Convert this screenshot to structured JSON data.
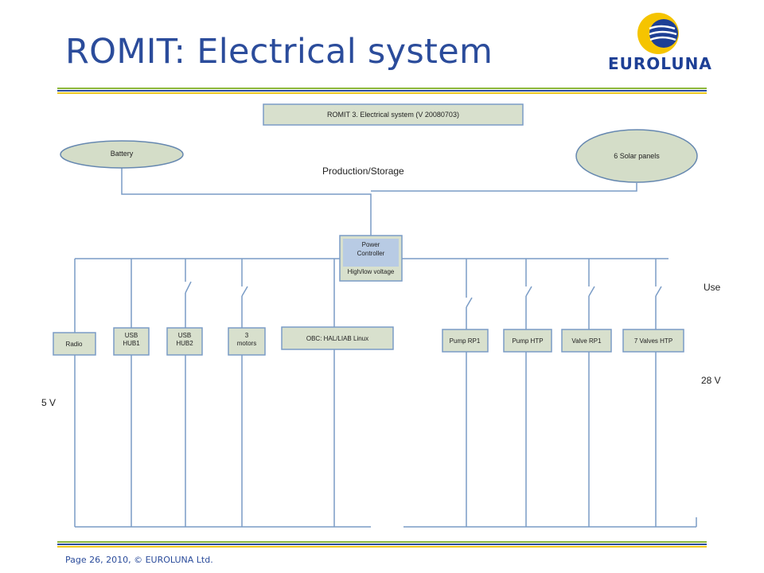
{
  "slide": {
    "title": "ROMIT: Electrical system",
    "logo_text": "EUROLUNA",
    "footer": "Page 26, 2010, © EUROLUNA Ltd."
  },
  "diagram": {
    "header": "ROMIT 3. Electrical system (V 20080703)",
    "battery": "Battery",
    "solar": "6 Solar panels",
    "production_label": "Production/Storage",
    "controller": {
      "line1": "Power",
      "line2": "Controller",
      "line3": "High/low voltage"
    },
    "use_label": "Use",
    "v5_label": "5 V",
    "v28_label": "28 V",
    "loads": {
      "radio": "Radio",
      "usb1_l1": "USB",
      "usb1_l2": "HUB1",
      "usb2_l1": "USB",
      "usb2_l2": "HUB2",
      "motors_l1": "3",
      "motors_l2": "motors",
      "obc": "OBC: HAL/LIAB Linux",
      "pump_rp1": "Pump RP1",
      "pump_htp": "Pump HTP",
      "valve_rp1": "Valve RP1",
      "valves_htp": "7 Valves HTP"
    }
  },
  "colors": {
    "title": "#2b4c9b",
    "line": "#7a9cc6",
    "box_fill": "#d8e0cd",
    "ellipse_fill": "#d4ddc8",
    "stripe_green": "#8bb53a",
    "stripe_blue": "#2b4c9b",
    "stripe_yellow": "#f0c81e"
  }
}
